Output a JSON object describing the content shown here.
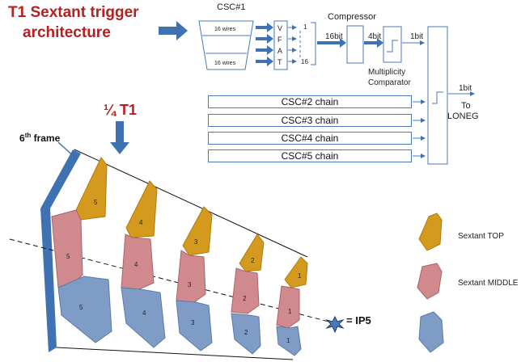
{
  "title": {
    "line1": "T1 Sextant trigger",
    "line2": "architecture"
  },
  "csc1": {
    "label": "CSC#1",
    "wires_top": "16 wires",
    "wires_bottom": "16 wires"
  },
  "vfat": {
    "letters": [
      "V",
      "F",
      "A",
      "T"
    ],
    "out_first": "1",
    "out_last": "16"
  },
  "compressor": {
    "label": "Compressor",
    "in_bits": "16bit",
    "out_bits": "4bit",
    "to_lone_bits": "1bit"
  },
  "multiplicity": {
    "line1": "Multiplicity",
    "line2": "Comparator"
  },
  "chains": [
    "CSC#2 chain",
    "CSC#3 chain",
    "CSC#4 chain",
    "CSC#5 chain"
  ],
  "output": {
    "bits": "1bit",
    "to": "To",
    "target": "LONEG"
  },
  "quarter_label": "¼ T1",
  "frame_label": {
    "main": "6",
    "sup": "th",
    "rest": " frame"
  },
  "ip5_label": "= IP5",
  "legend": {
    "top": "Sextant TOP",
    "middle": "Sextant MIDDLE"
  },
  "column_numbers": [
    "5",
    "4",
    "3",
    "2",
    "1"
  ],
  "colors": {
    "top": "#d49a1e",
    "middle": "#d08a8e",
    "bottom": "#7e9cc6",
    "frame": "#3f72b2",
    "arrow": "#3f72b2",
    "title": "#b52020"
  }
}
